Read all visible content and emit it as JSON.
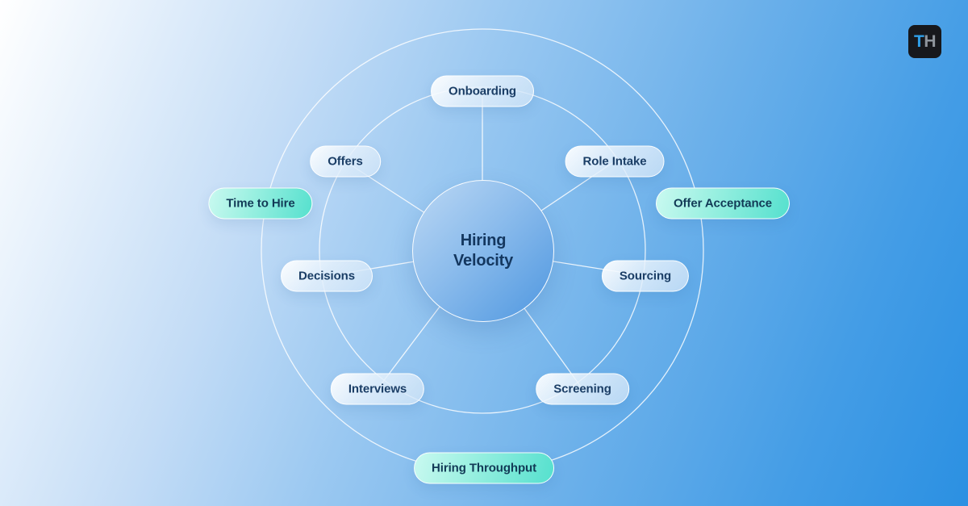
{
  "page": {
    "title": "Hiring Velocity"
  },
  "center": {
    "line1": "Hiring",
    "line2": "Velocity"
  },
  "inner_nodes": [
    {
      "id": "onboarding",
      "label": "Onboarding"
    },
    {
      "id": "role-intake",
      "label": "Role Intake"
    },
    {
      "id": "sourcing",
      "label": "Sourcing"
    },
    {
      "id": "screening",
      "label": "Screening"
    },
    {
      "id": "interviews",
      "label": "Interviews"
    },
    {
      "id": "decisions",
      "label": "Decisions"
    },
    {
      "id": "offers",
      "label": "Offers"
    }
  ],
  "outer_metrics": [
    {
      "id": "time-to-hire",
      "label": "Time to Hire"
    },
    {
      "id": "offer-acceptance",
      "label": "Offer Acceptance"
    },
    {
      "id": "hiring-throughput",
      "label": "Hiring Throughput"
    }
  ],
  "logo": {
    "letter_t": "T",
    "letter_h": "H"
  },
  "colors": {
    "background_start": "#ffffff",
    "background_end": "#2b90e2",
    "center_circle_start": "#bcd8f4",
    "center_circle_end": "#4e97e0",
    "node_text_navy": "#1b3e66",
    "metric_gradient_start": "#c9f9f0",
    "metric_gradient_end": "#55e0ce",
    "ring_line_white": "#ffffff",
    "logo_background": "#17181c",
    "logo_t_blue": "#2f9fe8",
    "logo_h_gray": "#8f959c"
  }
}
